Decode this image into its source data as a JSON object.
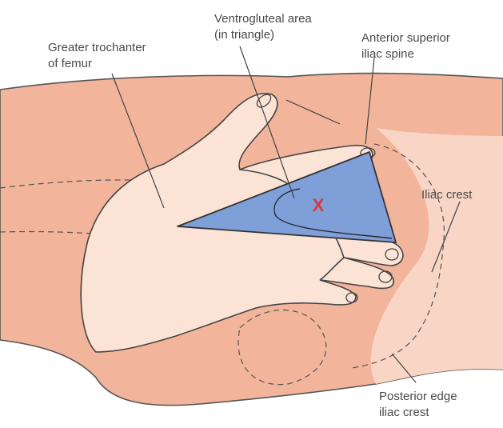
{
  "labels": {
    "ventrogluteal_line1": "Ventrogluteal area",
    "ventrogluteal_line2": "(in triangle)",
    "greater_trochanter_line1": "Greater trochanter",
    "greater_trochanter_line2": "of femur",
    "asis_line1": "Anterior superior",
    "asis_line2": "iliac spine",
    "iliac_crest": "Iliac crest",
    "posterior_edge_line1": "Posterior edge",
    "posterior_edge_line2": "iliac crest"
  },
  "injection_mark": "X",
  "colors": {
    "skin": "#f2b49a",
    "skin_light": "#f8d5c5",
    "hand": "#fbe3d6",
    "triangle": "#7f9fd8",
    "mark": "#d63a3a"
  },
  "icons": [
    "injection-site-x-mark"
  ]
}
